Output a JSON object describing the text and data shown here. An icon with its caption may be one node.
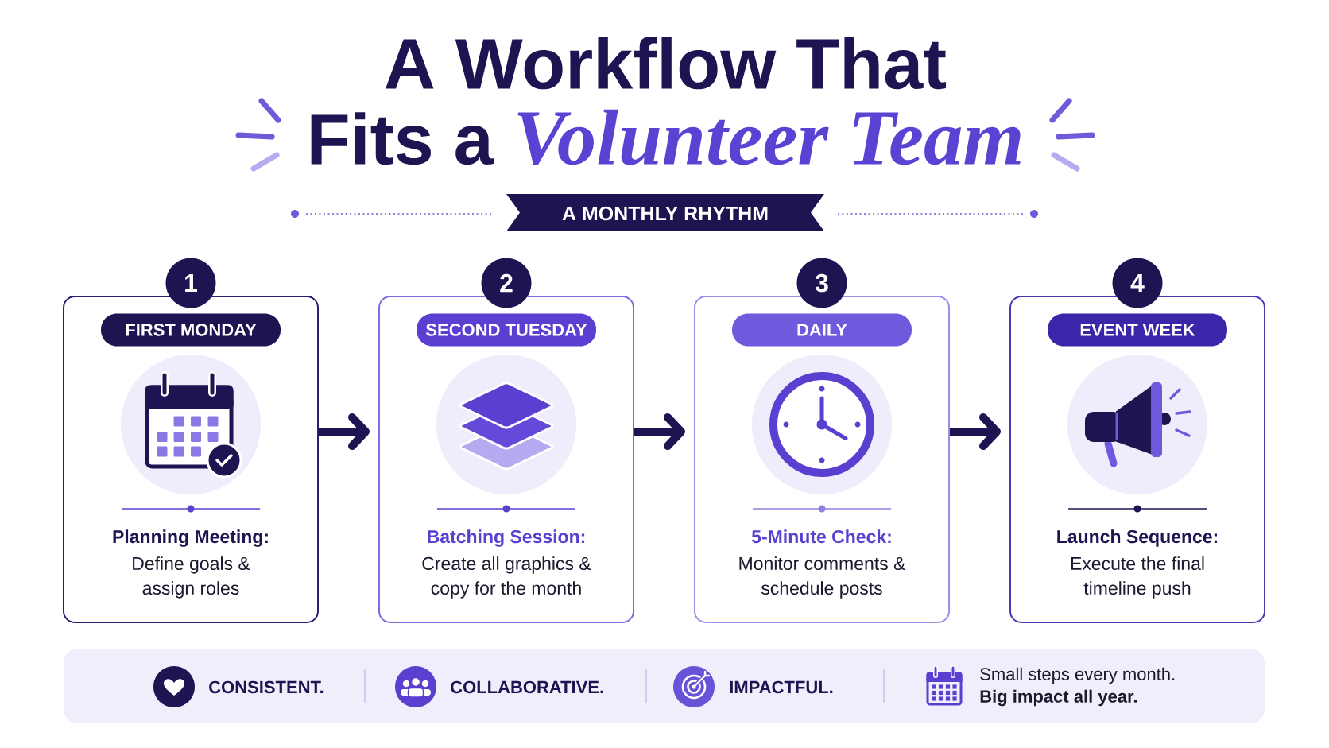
{
  "diagram": {
    "title": "A Workflow That Fits a *Volunteer Team*",
    "nodes": [
      {
        "text": [
          "A MONTHLY RHYTHM"
        ]
      },
      {
        "text": [
          "1"
        ]
      },
      {
        "text": [
          "Planning Meeting:",
          "Define goals & assign roles"
        ]
      },
      {
        "text": [
          "FIRST MONDAY"
        ],
        "in": 2
      },
      {
        "text": [
          "2"
        ]
      },
      {
        "text": [
          "Batching Session:",
          "Create all graphics & copy for the month"
        ]
      },
      {
        "text": [
          "SECOND TUESDAY"
        ],
        "in": 5
      },
      {
        "text": [
          "3"
        ]
      },
      {
        "text": [
          "5-Minute Check:",
          "Monitor comments & schedule posts"
        ]
      },
      {
        "text": [
          "DAILY"
        ],
        "in": 8
      },
      {
        "text": [
          "4"
        ]
      },
      {
        "text": [
          "Launch Sequence:",
          "Execute the final timeline push"
        ]
      },
      {
        "text": [
          "EVENT WEEK"
        ],
        "in": 11
      },
      {
        "text": [
          "CONSISTENT.",
          "COLLABORATIVE.",
          "IMPACTFUL.",
          "Small steps every month. **Big impact all year.**"
        ]
      }
    ],
    "edges": [
      {
        "from": 2,
        "to": 5,
        "arrow": "to"
      },
      {
        "from": 5,
        "to": 8,
        "arrow": "to"
      },
      {
        "from": 8,
        "to": 11,
        "arrow": "to"
      }
    ]
  }
}
